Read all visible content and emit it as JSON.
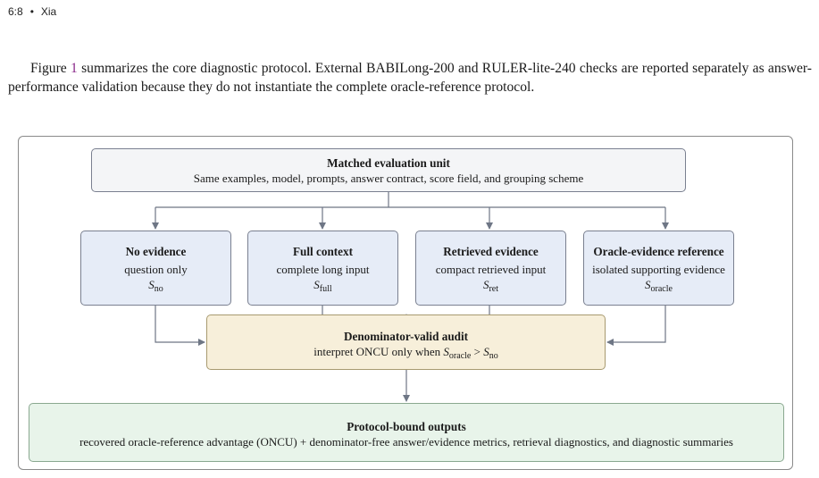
{
  "header": {
    "page": "6:8",
    "separator": "•",
    "author": "Xia"
  },
  "paragraph": {
    "before_ref": "Figure ",
    "ref": "1",
    "after_ref": " summarizes the core diagnostic protocol. External BABILong-200 and RULER-lite-240 checks are reported separately as answer-performance validation because they do not instantiate the complete oracle-reference protocol."
  },
  "figure": {
    "top_box": {
      "title": "Matched evaluation unit",
      "text": "Same examples, model, prompts, answer contract, score field, and grouping scheme"
    },
    "conditions": [
      {
        "title": "No evidence",
        "text": "question only",
        "symbol": "S",
        "sub": "no"
      },
      {
        "title": "Full context",
        "text": "complete long input",
        "symbol": "S",
        "sub": "full"
      },
      {
        "title": "Retrieved evidence",
        "text": "compact retrieved input",
        "symbol": "S",
        "sub": "ret"
      },
      {
        "title": "Oracle-evidence reference",
        "text": "isolated supporting evidence",
        "symbol": "S",
        "sub": "oracle"
      }
    ],
    "audit": {
      "title": "Denominator-valid audit",
      "text_pre": "interpret ONCU only when ",
      "s1": "S",
      "s1_sub": "oracle",
      "op": " > ",
      "s2": "S",
      "s2_sub": "no"
    },
    "outputs": {
      "title": "Protocol-bound outputs",
      "text": "recovered oracle-reference advantage (ONCU) + denominator-free answer/evidence metrics, retrieval diagnostics, and diagnostic summaries"
    }
  }
}
